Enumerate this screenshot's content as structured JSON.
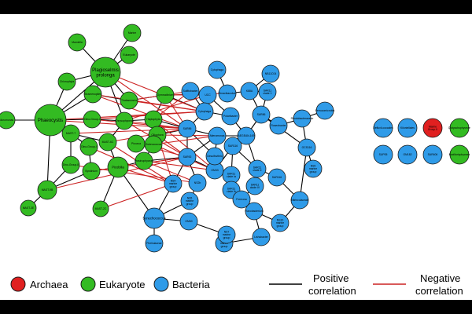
{
  "colors": {
    "archaea": "#e02020",
    "eukaryote": "#33bb22",
    "bacteria": "#2f9be8",
    "positive_edge": "#000000",
    "negative_edge": "#cc2222",
    "node_stroke": "#1a1a1a"
  },
  "legend": {
    "archaea": "Archaea",
    "eukaryote": "Eukaryote",
    "bacteria": "Bacteria",
    "positive": [
      "Positive",
      "correlation"
    ],
    "negative": [
      "Negative",
      "correlation"
    ]
  },
  "nodes": [
    {
      "id": "phaeo",
      "label": "Phaeocystis",
      "type": "eukaryote"
    },
    {
      "id": "plagio",
      "label": "Plagioselmis prolonga",
      "type": "eukaryote"
    },
    {
      "id": "mast7",
      "label": "MAST-7",
      "type": "eukaryote"
    },
    {
      "id": "mast6",
      "label": "MAST-6C",
      "type": "eukaryote"
    },
    {
      "id": "mast9",
      "label": "MAST-9B",
      "type": "eukaryote"
    },
    {
      "id": "mast9b",
      "label": "MAST-3E",
      "type": "eukaryote"
    },
    {
      "id": "mast2c",
      "label": "MAST-2C",
      "type": "eukaryote"
    },
    {
      "id": "pico",
      "label": "Picobilia",
      "type": "eukaryote"
    },
    {
      "id": "syndin",
      "label": "Syndinium",
      "type": "eukaryote"
    },
    {
      "id": "dinog",
      "label": "Dino-Group-I",
      "type": "eukaryote"
    },
    {
      "id": "chryso",
      "label": "Chrysophyceae",
      "type": "eukaryote"
    },
    {
      "id": "hapto",
      "label": "Haptophyta",
      "type": "eukaryote"
    },
    {
      "id": "prasino",
      "label": "Prasinophyceae",
      "type": "eukaryote"
    },
    {
      "id": "ciliate",
      "label": "Ciliophora",
      "type": "eukaryote"
    },
    {
      "id": "thala",
      "label": "Thalassiosira",
      "type": "eukaryote"
    },
    {
      "id": "gymno",
      "label": "Gymnodinium",
      "type": "eukaryote"
    },
    {
      "id": "picozoa",
      "label": "Picozoa",
      "type": "eukaryote"
    },
    {
      "id": "dinoc",
      "label": "Dino-Group-I",
      "type": "eukaryote"
    },
    {
      "id": "stram",
      "label": "Stramenopiles",
      "type": "eukaryote"
    },
    {
      "id": "chloro",
      "label": "Chlorophyta",
      "type": "eukaryote"
    },
    {
      "id": "mamie",
      "label": "Mamiella",
      "type": "eukaryote"
    },
    {
      "id": "marine",
      "label": "Marine",
      "type": "eukaryote"
    },
    {
      "id": "eukext",
      "label": "Eukaryote",
      "type": "eukaryote"
    },
    {
      "id": "dino2",
      "label": "Dino-Group-II",
      "type": "eukaryote"
    },
    {
      "id": "micro",
      "label": "Micromonas",
      "type": "eukaryote"
    },
    {
      "id": "ostreo",
      "label": "Ostreococcus",
      "type": "eukaryote"
    },
    {
      "id": "sar86",
      "label": "SAR86",
      "type": "bacteria"
    },
    {
      "id": "sar92",
      "label": "SAR92",
      "type": "bacteria"
    },
    {
      "id": "sar116",
      "label": "SAR116",
      "type": "bacteria"
    },
    {
      "id": "sar11c1",
      "label": "SAR11 clade 1",
      "type": "bacteria"
    },
    {
      "id": "sar11c2",
      "label": "SAR11 clade II",
      "type": "bacteria"
    },
    {
      "id": "sar11c1a",
      "label": "SAR11 clade Ia",
      "type": "bacteria"
    },
    {
      "id": "sar11c1b",
      "label": "SAR11 clade Ib",
      "type": "bacteria"
    },
    {
      "id": "sar11iv",
      "label": "SAR11 clade IV",
      "type": "bacteria"
    },
    {
      "id": "sar116b",
      "label": "SAR116",
      "type": "bacteria"
    },
    {
      "id": "sar86b",
      "label": "SAR86",
      "type": "bacteria"
    },
    {
      "id": "sar406",
      "label": "SAR406",
      "type": "bacteria"
    },
    {
      "id": "om43",
      "label": "OM43",
      "type": "bacteria"
    },
    {
      "id": "om60",
      "label": "OM60",
      "type": "bacteria"
    },
    {
      "id": "om182",
      "label": "OM182",
      "type": "bacteria"
    },
    {
      "id": "ns2b",
      "label": "NS2b",
      "type": "bacteria"
    },
    {
      "id": "ns4",
      "label": "NS4 marine group",
      "type": "bacteria"
    },
    {
      "id": "ns5",
      "label": "NS5 marine group",
      "type": "bacteria"
    },
    {
      "id": "ns3",
      "label": "NS3 marine group",
      "type": "bacteria"
    },
    {
      "id": "ns7",
      "label": "NS7 marine group",
      "type": "bacteria"
    },
    {
      "id": "ns9",
      "label": "NS9 marine group",
      "type": "bacteria"
    },
    {
      "id": "ns10",
      "label": "NS10 marine group",
      "type": "bacteria"
    },
    {
      "id": "synech",
      "label": "Synechococcus",
      "type": "bacteria"
    },
    {
      "id": "formosa",
      "label": "Formosa",
      "type": "bacteria"
    },
    {
      "id": "flavo",
      "label": "Flavobacterium",
      "type": "bacteria"
    },
    {
      "id": "cyto",
      "label": "Cytophaga",
      "type": "bacteria"
    },
    {
      "id": "rhodo",
      "label": "Rhodobacteraceae",
      "type": "bacteria"
    },
    {
      "id": "nitrin",
      "label": "Nitrincolaceae",
      "type": "bacteria"
    },
    {
      "id": "pirell",
      "label": "Pirellulaceae",
      "type": "bacteria"
    },
    {
      "id": "lishu",
      "label": "Lishubacter",
      "type": "bacteria"
    },
    {
      "id": "ucc",
      "label": "UCC",
      "type": "bacteria"
    },
    {
      "id": "ocs116",
      "label": "OCS116",
      "type": "bacteria"
    },
    {
      "id": "k88",
      "label": "K88A",
      "type": "bacteria"
    },
    {
      "id": "nb11",
      "label": "NB11C04",
      "type": "bacteria"
    },
    {
      "id": "cytoB",
      "label": "Cytophaga",
      "type": "bacteria"
    },
    {
      "id": "verru",
      "label": "Verrucomicrobia",
      "type": "bacteria"
    },
    {
      "id": "aegean",
      "label": "AEGEAN-169",
      "type": "bacteria"
    },
    {
      "id": "polari",
      "label": "Polaribacter",
      "type": "bacteria"
    },
    {
      "id": "tenaci",
      "label": "Tenacibaculum",
      "type": "bacteria"
    },
    {
      "id": "alter",
      "label": "Alteromonas",
      "type": "bacteria"
    },
    {
      "id": "rosea",
      "label": "Roseobacter",
      "type": "bacteria"
    },
    {
      "id": "sulfito",
      "label": "Sulfitobacter",
      "type": "bacteria"
    },
    {
      "id": "desulfo",
      "label": "Desulfovibrio",
      "type": "bacteria"
    },
    {
      "id": "defluvi",
      "label": "Defluvii-coccales",
      "type": "bacteria"
    },
    {
      "id": "kiloni",
      "label": "Kiloniellales",
      "type": "bacteria"
    },
    {
      "id": "sup05",
      "label": "SUP05",
      "type": "bacteria"
    },
    {
      "id": "om182b",
      "label": "OM182",
      "type": "bacteria"
    },
    {
      "id": "arch",
      "label": "Marine Group II",
      "type": "archaea"
    },
    {
      "id": "sar406b",
      "label": "SAR406",
      "type": "bacteria"
    },
    {
      "id": "euk2a",
      "label": "Dictyochophyceae",
      "type": "eukaryote"
    },
    {
      "id": "euk2b",
      "label": "Bacillariophyceae",
      "type": "eukaryote"
    }
  ]
}
